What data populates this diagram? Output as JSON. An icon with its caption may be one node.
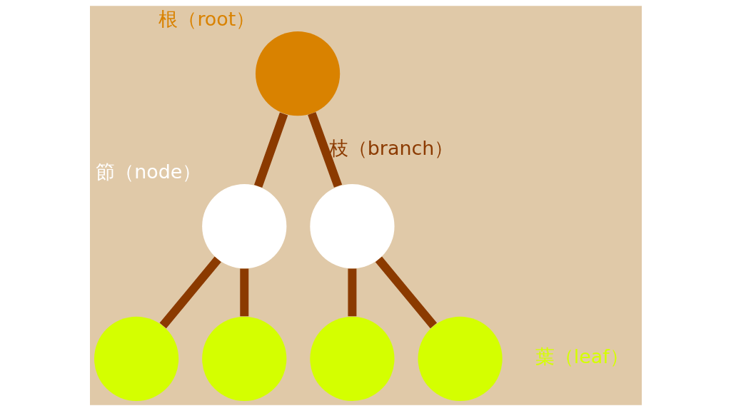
{
  "diagram": {
    "nodes": [
      {
        "text": [],
        "shape": "circle",
        "beside": [
          "根（root）"
        ]
      },
      {
        "text": [],
        "shape": "circle",
        "beside": [
          "節（node）"
        ]
      },
      {
        "text": [],
        "shape": "circle"
      },
      {
        "text": [],
        "shape": "circle"
      },
      {
        "text": [],
        "shape": "circle"
      },
      {
        "text": [],
        "shape": "circle"
      },
      {
        "text": [],
        "shape": "circle",
        "beside": [
          "葉（leaf）"
        ]
      }
    ],
    "edges": [
      {
        "from": 0,
        "to": 1,
        "arrow": "none"
      },
      {
        "from": 0,
        "to": 2,
        "arrow": "none",
        "label": "枝（branch）"
      },
      {
        "from": 1,
        "to": 3,
        "arrow": "none"
      },
      {
        "from": 1,
        "to": 4,
        "arrow": "none"
      },
      {
        "from": 2,
        "to": 5,
        "arrow": "none"
      },
      {
        "from": 2,
        "to": 6,
        "arrow": "none"
      }
    ]
  }
}
